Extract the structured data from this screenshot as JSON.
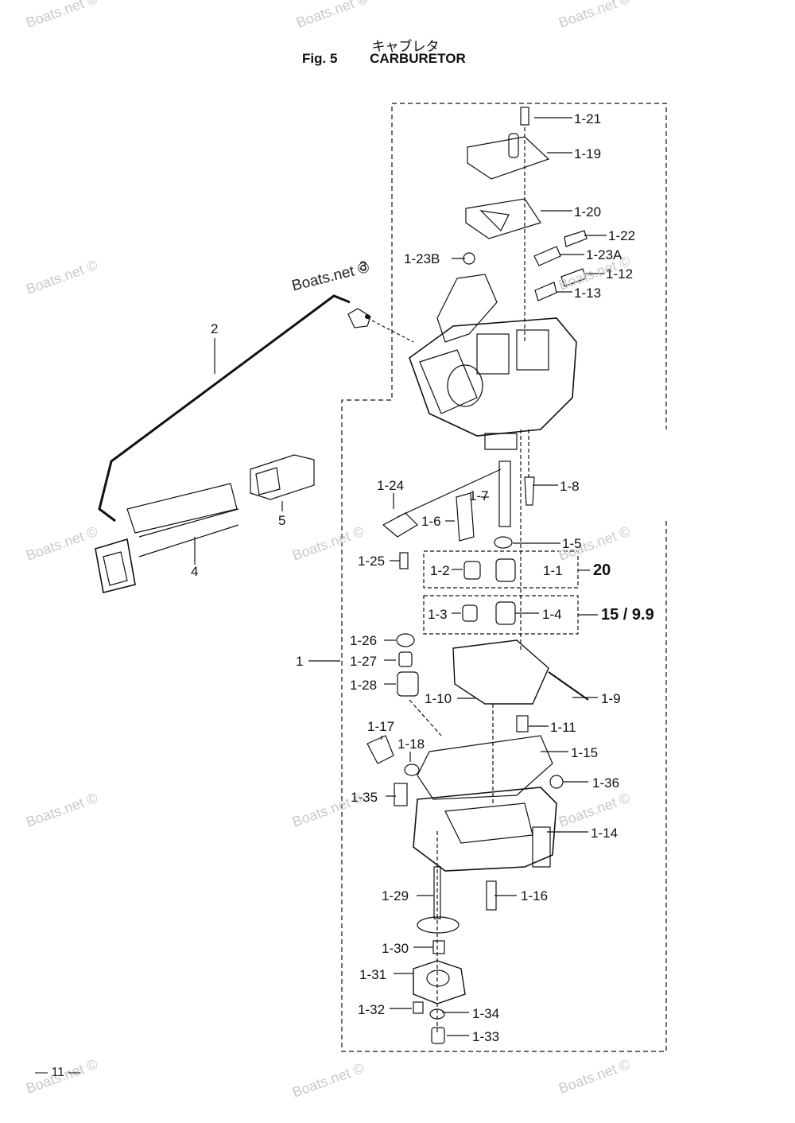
{
  "header": {
    "title_jp": "キャブレタ",
    "fig_number": "Fig. 5",
    "fig_title": "CARBURETOR"
  },
  "watermark": "Boats.net ©",
  "page_number": "— 11 —",
  "groups": {
    "group_a": "20",
    "group_b": "15 / 9.9"
  },
  "callouts": {
    "c1_21": "1-21",
    "c1_19": "1-19",
    "c1_20": "1-20",
    "c1_22": "1-22",
    "c1_23A": "1-23A",
    "c1_23B": "1-23B",
    "c1_12": "1-12",
    "c1_13": "1-13",
    "c3": "3",
    "c2": "2",
    "c5": "5",
    "c4": "4",
    "c1_24": "1-24",
    "c1_7": "1-7",
    "c1_8": "1-8",
    "c1_6": "1-6",
    "c1_5": "1-5",
    "c1_25": "1-25",
    "c1_2": "1-2",
    "c1_1": "1-1",
    "c1_3": "1-3",
    "c1_4": "1-4",
    "c1_26": "1-26",
    "c1": "1",
    "c1_27": "1-27",
    "c1_28": "1-28",
    "c1_10": "1-10",
    "c1_9": "1-9",
    "c1_11": "1-11",
    "c1_17": "1-17",
    "c1_18": "1-18",
    "c1_15": "1-15",
    "c1_36": "1-36",
    "c1_35": "1-35",
    "c1_14": "1-14",
    "c1_29": "1-29",
    "c1_16": "1-16",
    "c1_30": "1-30",
    "c1_31": "1-31",
    "c1_32": "1-32",
    "c1_34": "1-34",
    "c1_33": "1-33"
  },
  "colors": {
    "ink": "#111111",
    "paper": "#ffffff",
    "watermark": "#c9c9c9"
  }
}
